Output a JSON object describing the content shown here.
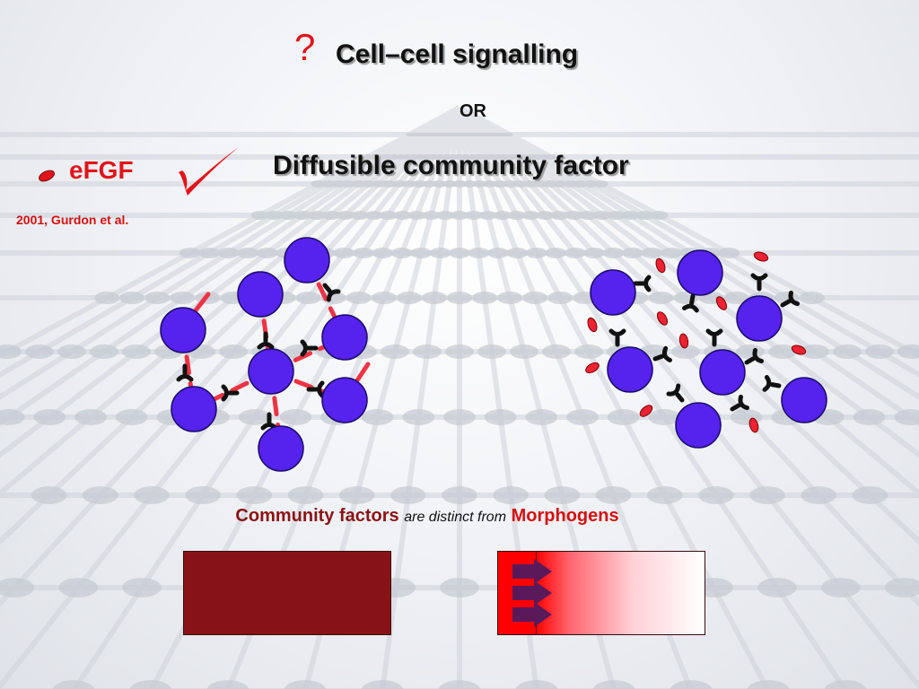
{
  "header": {
    "question_mark": "?",
    "title": "Cell–cell signalling",
    "or_label": "OR",
    "alternative": "Diffusible community factor"
  },
  "factor": {
    "label": "eFGF",
    "citation": "2001, Gurdon et al.",
    "checkmark_icon": "checkmark-icon",
    "molecule_icon": "red-oval-molecule-icon"
  },
  "comparison": {
    "community_factors": "Community factors",
    "are_distinct_from": "are distinct from",
    "morphogens": "Morphogens"
  },
  "colors": {
    "accent_red": "#e1141b",
    "cell_blue": "#5522ee",
    "community_box": "#861416",
    "arrow_purple": "#5a1a5a"
  }
}
